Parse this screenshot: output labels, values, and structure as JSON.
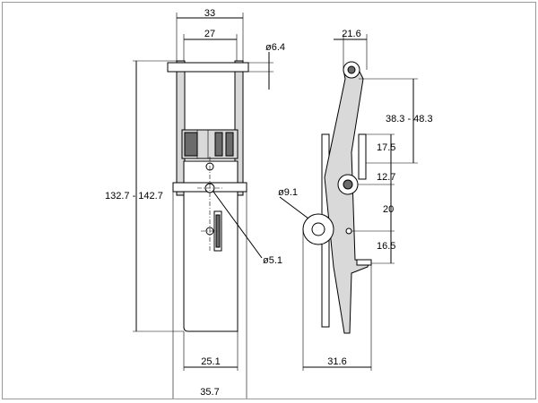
{
  "dimensions": {
    "width_outer": "33",
    "width_inner": "27",
    "pin_diameter": "ø6.4",
    "length_range": "132.7 - 142.7",
    "hole_diameter": "ø5.1",
    "plate_width": "25.1",
    "overall_width": "35.7",
    "side_width": "21.6",
    "hook_range": "38.3 - 48.3",
    "dim_17_5": "17.5",
    "dim_12_7": "12.7",
    "dim_20": "20",
    "dim_16_5": "16.5",
    "roller_diameter": "ø9.1",
    "side_base": "31.6"
  },
  "colors": {
    "line": "#000000",
    "part_fill": "#d9d9d9",
    "dark_fill": "#6b6b6b",
    "frame": "#9a9a9a"
  }
}
